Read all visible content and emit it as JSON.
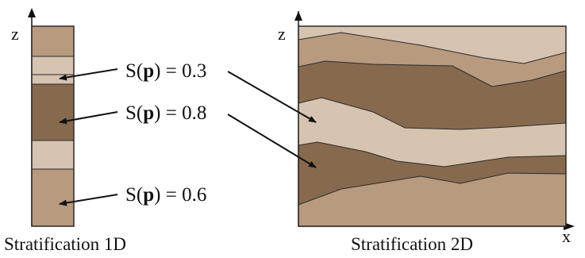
{
  "colors": {
    "light": "#d6c3b0",
    "medium": "#b89a7e",
    "dark": "#876a4e",
    "stroke": "#2b2b2b"
  },
  "axes": {
    "left_z": "z",
    "right_z": "z",
    "right_x": "x"
  },
  "annotations": [
    {
      "prefix": "S(",
      "bold": "p",
      "suffix": ") = 0.3"
    },
    {
      "prefix": "S(",
      "bold": "p",
      "suffix": ") = 0.8"
    },
    {
      "prefix": "S(",
      "bold": "p",
      "suffix": ") = 0.6"
    }
  ],
  "captions": {
    "left": "Stratification 1D",
    "right": "Stratification 2D"
  }
}
